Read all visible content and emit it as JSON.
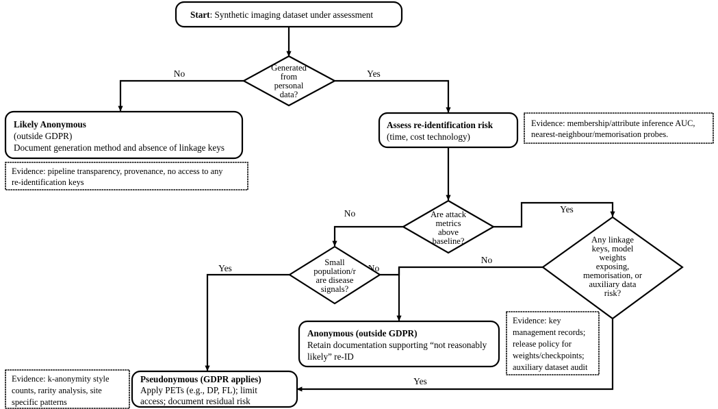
{
  "diagram": {
    "title": "GDPR anonymity decision flowchart for synthetic imaging datasets",
    "nodes": {
      "start": {
        "kind": "terminator",
        "label_bold": "Start",
        "label_rest": ": Synthetic imaging dataset under assessment"
      },
      "d_generated": {
        "kind": "decision",
        "lines": [
          "Generated",
          "from",
          "personal",
          "data?"
        ]
      },
      "likely_anonymous": {
        "kind": "process",
        "line1_bold": "Likely Anonymous",
        "line2": "(outside GDPR)",
        "line3": "Document generation method and absence of linkage keys"
      },
      "evid_pipeline": {
        "kind": "evidence",
        "lines": [
          "Evidence: pipeline transparency, provenance, no access to any",
          "re-identification keys"
        ]
      },
      "assess_risk": {
        "kind": "process",
        "line1_bold": "Assess re-identification risk",
        "line2": "(time, cost technology)"
      },
      "evid_membership": {
        "kind": "evidence",
        "lines": [
          "Evidence: membership/attribute inference AUC,",
          "nearest-neighbour/memorisation probes."
        ]
      },
      "d_attack_metrics": {
        "kind": "decision",
        "lines": [
          "Are attack",
          "metrics",
          "above",
          "baseline?"
        ]
      },
      "d_small_population": {
        "kind": "decision",
        "lines": [
          "Small",
          "population/r",
          "are disease",
          "signals?"
        ]
      },
      "d_linkage_keys": {
        "kind": "decision",
        "lines": [
          "Any linkage",
          "keys, model",
          "weights",
          "exposing,",
          "memorisation, or",
          "auxiliary data",
          "risk?"
        ]
      },
      "anonymous": {
        "kind": "process",
        "line1_bold": "Anonymous (outside GDPR)",
        "line2": "Retain documentation supporting “not reasonably",
        "line3": "likely” re-ID"
      },
      "evid_key_mgmt": {
        "kind": "evidence",
        "lines": [
          "Evidence: key",
          "management records;",
          "release policy for",
          "weights/checkpoints;",
          "auxiliary dataset audit"
        ]
      },
      "pseudonymous": {
        "kind": "process",
        "line1_bold": "Pseudonymous (GDPR applies)",
        "line2": "Apply PETs (e.g., DP, FL); limit",
        "line3": "access; document residual risk"
      },
      "evid_kanon": {
        "kind": "evidence",
        "lines": [
          "Evidence: k-anonymity style",
          "counts, rarity analysis, site",
          "specific patterns"
        ]
      }
    },
    "edge_labels": {
      "generated_no": "No",
      "generated_yes": "Yes",
      "attack_yes": "Yes",
      "attack_no": "No",
      "small_yes": "Yes",
      "small_no": "No",
      "linkage_yes": "Yes"
    },
    "colors": {
      "stroke": "#000000",
      "fill": "#ffffff",
      "text": "#000000"
    }
  }
}
